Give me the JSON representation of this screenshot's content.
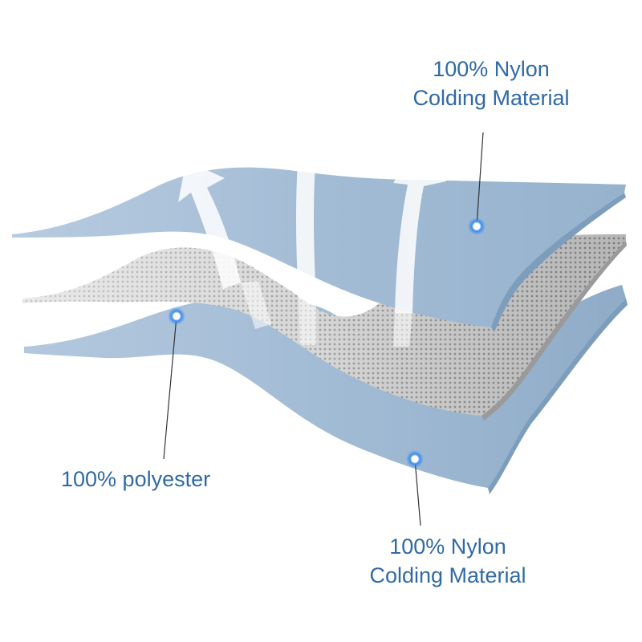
{
  "labels": {
    "top_layer": {
      "line1": "100% Nylon",
      "line2": "Colding Material"
    },
    "middle_layer": {
      "line1": "100% polyester"
    },
    "bottom_layer": {
      "line1": "100% Nylon",
      "line2": "Colding Material"
    }
  },
  "colors": {
    "nylon_layer": "#a9c2d9",
    "nylon_edge": "#7fa0bf",
    "mesh_layer": "#bdbdbd",
    "label_text": "#2f6aa6",
    "marker": "#3a8cf0",
    "arrow": "#ffffff"
  },
  "icons": {
    "arrows": "upward-airflow-arrows",
    "markers": "dot-marker"
  }
}
